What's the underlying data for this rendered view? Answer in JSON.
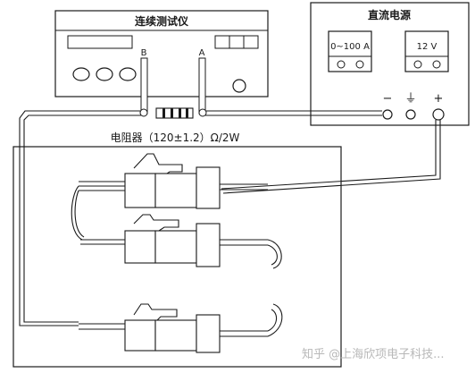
{
  "tester": {
    "title": "连续测试仪",
    "terminal_b": "B",
    "terminal_a": "A"
  },
  "power_supply": {
    "title": "直流电源",
    "current_range": "0~100 A",
    "voltage": "12 V",
    "minus_label": "−",
    "ground_label": "⏚",
    "plus_label": "+"
  },
  "resistor_box": {
    "label": "电阻器（120±1.2）Ω/2W"
  },
  "watermark": "知乎 @上海欣项电子科技..."
}
